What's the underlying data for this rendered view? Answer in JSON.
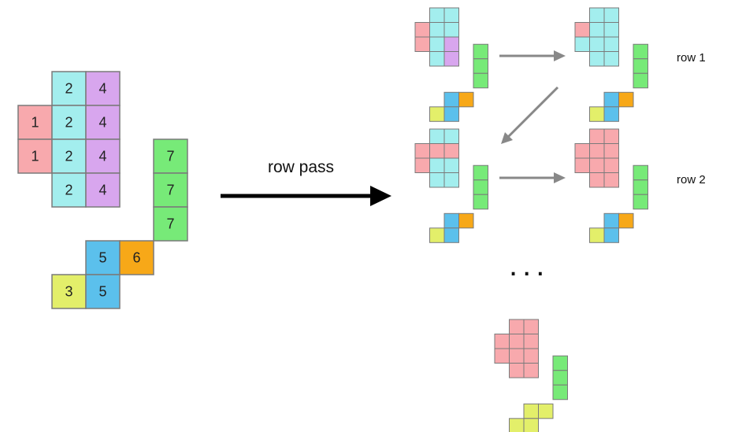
{
  "colors": {
    "1": "#f8a9ad",
    "2": "#a3eeee",
    "3": "#e3ef6a",
    "4": "#d8a6ee",
    "5": "#5bc0ec",
    "6": "#f7a818",
    "7": "#77ea78",
    "outline": "#7a7a7a",
    "arrow_main": "#000000",
    "arrow_small": "#888888"
  },
  "source_grid": {
    "labels": {
      "1": "1",
      "2": "2",
      "3": "3",
      "4": "4",
      "5": "5",
      "6": "6",
      "7": "7"
    }
  },
  "arrow_label": "row pass",
  "row_labels": [
    "row 1",
    "row 2"
  ],
  "ellipsis": "..."
}
